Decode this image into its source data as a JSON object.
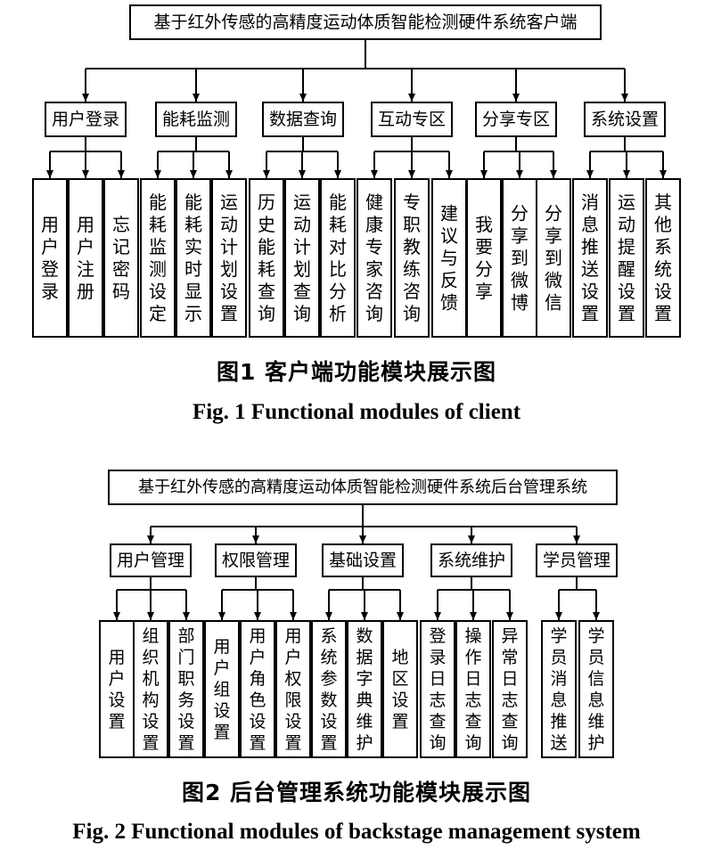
{
  "figure1": {
    "root": "基于红外传感的高精度运动体质智能检测硬件系统客户端",
    "groups": [
      {
        "label": "用户登录",
        "items": [
          "用户登录",
          "用户注册",
          "忘记密码"
        ]
      },
      {
        "label": "能耗监测",
        "items": [
          "能耗监测设定",
          "能耗实时显示",
          "运动计划设置"
        ]
      },
      {
        "label": "数据查询",
        "items": [
          "历史能耗查询",
          "运动计划查询",
          "能耗对比分析"
        ]
      },
      {
        "label": "互动专区",
        "items": [
          "健康专家咨询",
          "专职教练咨询",
          "建议与反馈"
        ]
      },
      {
        "label": "分享专区",
        "items": [
          "我要分享",
          "分享到微博",
          "分享到微信"
        ]
      },
      {
        "label": "系统设置",
        "items": [
          "消息推送设置",
          "运动提醒设置",
          "其他系统设置"
        ]
      }
    ],
    "caption_cn": "图1  客户端功能模块展示图",
    "caption_en": "Fig. 1  Functional modules of client"
  },
  "figure2": {
    "root": "基于红外传感的高精度运动体质智能检测硬件系统后台管理系统",
    "groups": [
      {
        "label": "用户管理",
        "items": [
          "用户设置",
          "组织机构设置",
          "部门职务设置"
        ]
      },
      {
        "label": "权限管理",
        "items": [
          "用户组设置",
          "用户角色设置",
          "用户权限设置"
        ]
      },
      {
        "label": "基础设置",
        "items": [
          "系统参数设置",
          "数据字典维护",
          "地区设置"
        ]
      },
      {
        "label": "系统维护",
        "items": [
          "登录日志查询",
          "操作日志查询",
          "异常日志查询"
        ]
      },
      {
        "label": "学员管理",
        "items": [
          "学员消息推送",
          "学员信息维护"
        ]
      }
    ],
    "caption_cn": "图2  后台管理系统功能模块展示图",
    "caption_en": "Fig. 2  Functional modules of backstage management system"
  }
}
